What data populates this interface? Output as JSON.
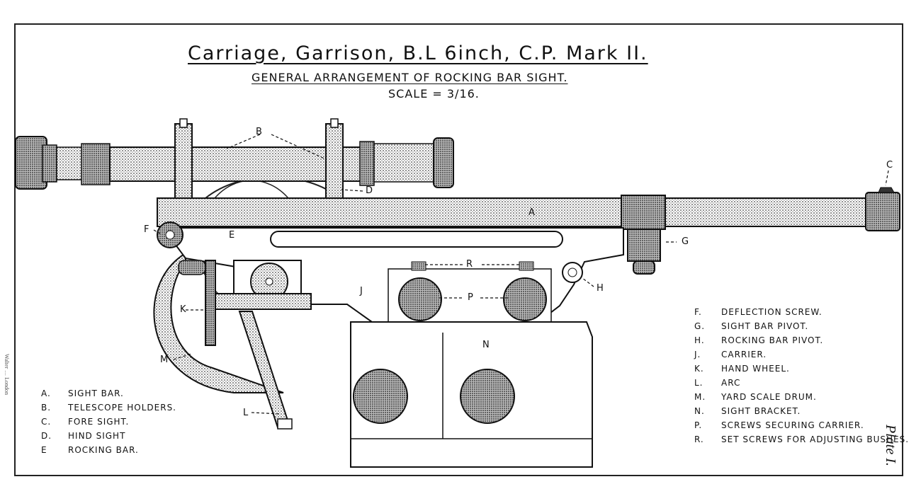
{
  "title": {
    "main": "Carriage, Garrison, B.L 6inch, C.P. Mark II.",
    "subtitle": "GENERAL ARRANGEMENT OF ROCKING BAR SIGHT.",
    "scale": "SCALE = 3/16."
  },
  "callouts": {
    "A": "A",
    "B": "B",
    "C": "C",
    "D": "D",
    "E": "E",
    "F": "F",
    "G": "G",
    "H": "H",
    "J": "J",
    "K": "K",
    "L": "L",
    "M": "M",
    "N": "N",
    "P": "P",
    "R": "R"
  },
  "legend_left": [
    {
      "key": "A.",
      "label": "SIGHT BAR."
    },
    {
      "key": "B.",
      "label": "TELESCOPE HOLDERS."
    },
    {
      "key": "C.",
      "label": "FORE SIGHT."
    },
    {
      "key": "D.",
      "label": "HIND SIGHT"
    },
    {
      "key": "E",
      "label": "ROCKING BAR."
    }
  ],
  "legend_right": [
    {
      "key": "F.",
      "label": "DEFLECTION SCREW."
    },
    {
      "key": "G.",
      "label": "SIGHT BAR PIVOT."
    },
    {
      "key": "H.",
      "label": "ROCKING BAR PIVOT."
    },
    {
      "key": "J.",
      "label": "CARRIER."
    },
    {
      "key": "K.",
      "label": "HAND WHEEL."
    },
    {
      "key": "L.",
      "label": "ARC"
    },
    {
      "key": "M.",
      "label": "YARD SCALE DRUM."
    },
    {
      "key": "N.",
      "label": "SIGHT BRACKET."
    },
    {
      "key": "P.",
      "label": "SCREWS SECURING CARRIER."
    },
    {
      "key": "R.",
      "label": "SET SCREWS FOR ADJUSTING BUSHES."
    }
  ],
  "plate_label": "Plate I.",
  "edge_note": "Walter … London"
}
